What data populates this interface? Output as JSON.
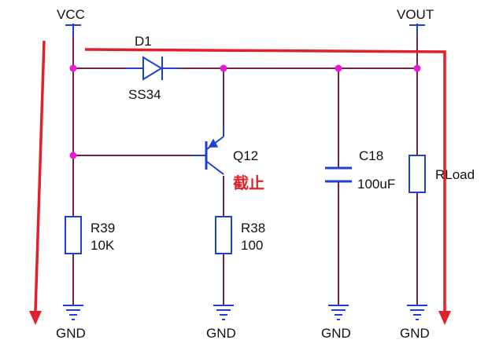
{
  "labels": {
    "vcc": "VCC",
    "vout": "VOUT",
    "d1_ref": "D1",
    "d1_part": "SS34",
    "q12_ref": "Q12",
    "q12_state": "截止",
    "c18_ref": "C18",
    "c18_value": "100uF",
    "rload": "RLoad",
    "r39_ref": "R39",
    "r39_value": "10K",
    "r38_ref": "R38",
    "r38_value": "100",
    "gnd": "GND"
  },
  "colors": {
    "wire": "#7a1f3c",
    "component": "#1e3fd6",
    "junction": "#e81ad8",
    "arrow": "#e0202a",
    "highlight_text": "#e0202a"
  }
}
